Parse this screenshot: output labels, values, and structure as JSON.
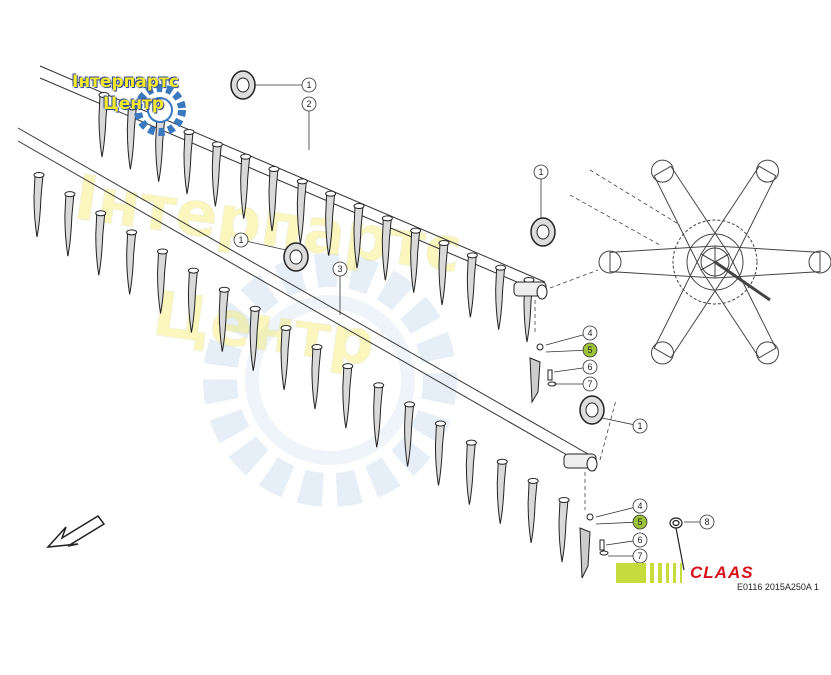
{
  "watermark": {
    "line1": "Інтерпартс",
    "line2": "Центр"
  },
  "callouts": [
    {
      "id": "c1a",
      "label": "1"
    },
    {
      "id": "c2",
      "label": "2"
    },
    {
      "id": "c1b",
      "label": "1"
    },
    {
      "id": "c1c",
      "label": "1"
    },
    {
      "id": "c3",
      "label": "3"
    },
    {
      "id": "c4a",
      "label": "4"
    },
    {
      "id": "c5a",
      "label": "5",
      "highlight": true
    },
    {
      "id": "c6a",
      "label": "6"
    },
    {
      "id": "c7a",
      "label": "7"
    },
    {
      "id": "c1d",
      "label": "1"
    },
    {
      "id": "c4b",
      "label": "4"
    },
    {
      "id": "c5b",
      "label": "5",
      "highlight": true
    },
    {
      "id": "c6b",
      "label": "6"
    },
    {
      "id": "c7b",
      "label": "7"
    },
    {
      "id": "c8",
      "label": "8"
    }
  ],
  "brand": "CLAAS",
  "document_id": "E0116 2015A250A 1",
  "colors": {
    "highlight": "#9dc33b",
    "brand_red": "#d8101c",
    "color_bar": "#c6dc3c",
    "watermark_yellow": "#f2ea2a",
    "watermark_gear": "#b9d2ea"
  }
}
